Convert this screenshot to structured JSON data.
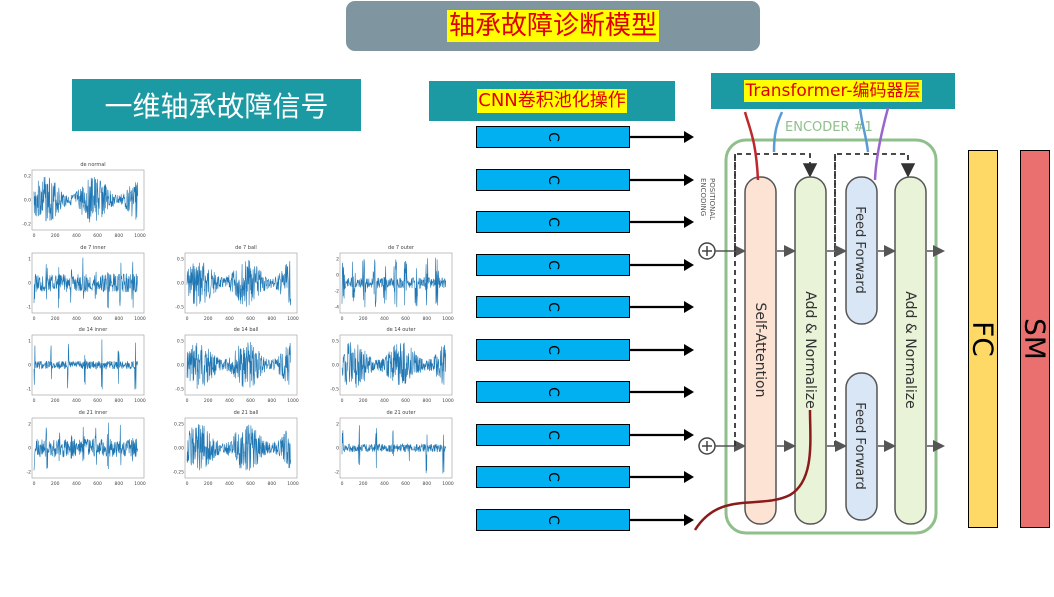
{
  "title": "轴承故障诊断模型",
  "labels": {
    "signal": "一维轴承故障信号",
    "cnn": "CNN卷积池化操作",
    "transformer": "Transformer-编码器层"
  },
  "plots": [
    {
      "title": "de normal",
      "yticks": [
        "0.2",
        "0.0",
        "-0.2"
      ],
      "xticks": [
        "0",
        "200",
        "400",
        "600",
        "800",
        "1000"
      ],
      "seed": 3,
      "style": "dense"
    },
    {
      "title": "de 7 inner",
      "yticks": [
        "1",
        "0",
        "-1"
      ],
      "xticks": [
        "0",
        "200",
        "400",
        "600",
        "800",
        "1000"
      ],
      "seed": 5,
      "style": "impulse"
    },
    {
      "title": "de 7 ball",
      "yticks": [
        "0.5",
        "0.0",
        "-0.5"
      ],
      "xticks": [
        "0",
        "200",
        "400",
        "600",
        "800",
        "1000"
      ],
      "seed": 7,
      "style": "dense"
    },
    {
      "title": "de 7 outer",
      "yticks": [
        "2",
        "0",
        "-2",
        "-4"
      ],
      "xticks": [
        "0",
        "200",
        "400",
        "600",
        "800",
        "1000"
      ],
      "seed": 11,
      "style": "burst"
    },
    {
      "title": "de 14 inner",
      "yticks": [
        "1",
        "0",
        "-1"
      ],
      "xticks": [
        "0",
        "200",
        "400",
        "600",
        "800",
        "1000"
      ],
      "seed": 13,
      "style": "sparse"
    },
    {
      "title": "de 14 ball",
      "yticks": [
        "0.5",
        "0.0",
        "-0.5"
      ],
      "xticks": [
        "0",
        "200",
        "400",
        "600",
        "800",
        "1000"
      ],
      "seed": 17,
      "style": "dense"
    },
    {
      "title": "de 14 outer",
      "yticks": [
        "0.5",
        "0.0",
        "-0.5"
      ],
      "xticks": [
        "0",
        "200",
        "400",
        "600",
        "800",
        "1000"
      ],
      "seed": 19,
      "style": "dense"
    },
    {
      "title": "de 21 inner",
      "yticks": [
        "2",
        "0",
        "-2"
      ],
      "xticks": [
        "0",
        "200",
        "400",
        "600",
        "800",
        "1000"
      ],
      "seed": 23,
      "style": "impulse"
    },
    {
      "title": "de 21 ball",
      "yticks": [
        "0.25",
        "0.00",
        "-0.25"
      ],
      "xticks": [
        "0",
        "200",
        "400",
        "600",
        "800",
        "1000"
      ],
      "seed": 29,
      "style": "dense"
    },
    {
      "title": "de 21 outer",
      "yticks": [
        "2",
        "0",
        "-2"
      ],
      "xticks": [
        "0",
        "200",
        "400",
        "600",
        "800",
        "1000"
      ],
      "seed": 31,
      "style": "sparse"
    }
  ],
  "cnn_box_label": "C",
  "cnn_box_count": 10,
  "encoder": {
    "title": "ENCODER #1",
    "positional": "POSITIONAL\nENCODING",
    "self_attention": "Self-Attention",
    "add_normalize": "Add & Normalize",
    "feed_forward": "Feed Forward"
  },
  "fc_label": "FC",
  "sm_label": "SM",
  "colors": {
    "title_bg": "#7f959f",
    "label_bg": "#1c9aa3",
    "highlight": "#ffff00",
    "highlight_text": "#e00000",
    "cnn_box": "#00b0f0",
    "signal": "#1f77b4",
    "encoder_border": "#8fbf8a",
    "self_attention_fill": "#fde3d3",
    "add_norm_fill": "#e8f3d8",
    "feed_forward_fill": "#d9e6f5",
    "fc": "#ffd966",
    "sm": "#ea7070"
  }
}
